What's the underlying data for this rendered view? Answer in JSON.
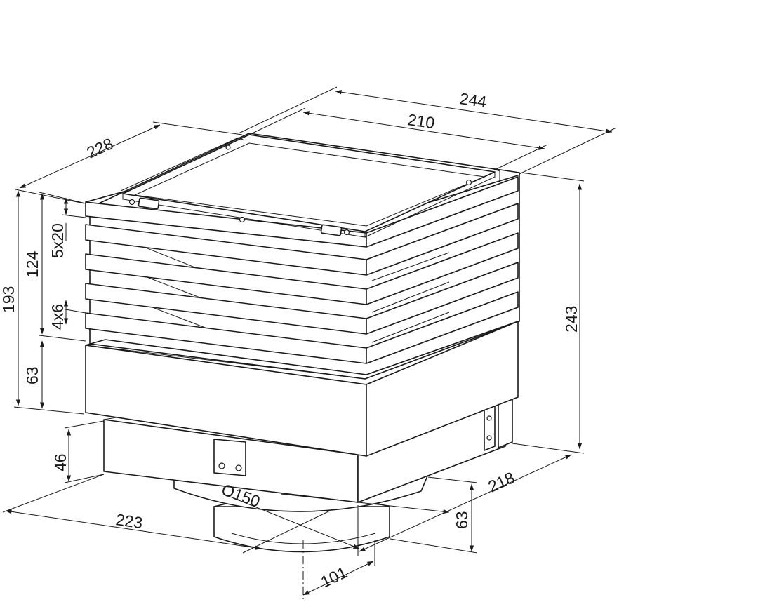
{
  "dimensions": {
    "depth_top": "228",
    "width_outer": "244",
    "width_inner": "210",
    "height_left": "193",
    "height_louvres": "124",
    "slats": "5x20",
    "gaps": "4x6",
    "height_base": "63",
    "height_right": "243",
    "spigot_height": "46",
    "diameter": "O150",
    "width_bottom": "223",
    "depth_bottom": "218",
    "spigot_depth": "63",
    "offset": "101"
  },
  "colors": {
    "line": "#1a1a1a",
    "background": "#ffffff"
  }
}
